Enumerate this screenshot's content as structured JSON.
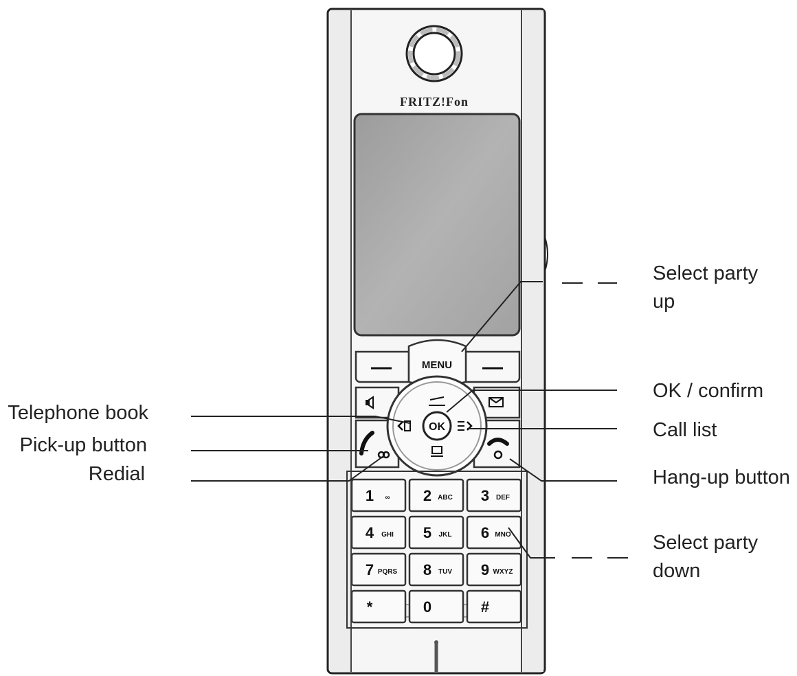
{
  "phone": {
    "brand": "FRITZ!Fon",
    "menu_key": "MENU",
    "ok_key": "OK",
    "keypad": [
      {
        "digit": "1",
        "letters": "∞"
      },
      {
        "digit": "2",
        "letters": "ABC"
      },
      {
        "digit": "3",
        "letters": "DEF"
      },
      {
        "digit": "4",
        "letters": "GHI"
      },
      {
        "digit": "5",
        "letters": "JKL"
      },
      {
        "digit": "6",
        "letters": "MNO"
      },
      {
        "digit": "7",
        "letters": "PQRS"
      },
      {
        "digit": "8",
        "letters": "TUV"
      },
      {
        "digit": "9",
        "letters": "WXYZ"
      },
      {
        "digit": "*",
        "letters": ""
      },
      {
        "digit": "0",
        "letters": ""
      },
      {
        "digit": "#",
        "letters": ""
      }
    ]
  },
  "callouts": {
    "select_party_up": [
      "Select party",
      "up"
    ],
    "ok_confirm": "OK / confirm",
    "call_list": "Call list",
    "hang_up": "Hang-up button",
    "select_party_down": [
      "Select party",
      "down"
    ],
    "telephone_book": "Telephone book",
    "pick_up": "Pick-up button",
    "redial": "Redial"
  },
  "colors": {
    "outline": "#222222",
    "screen": "#a9a9a9",
    "body": "#f4f4f4"
  }
}
